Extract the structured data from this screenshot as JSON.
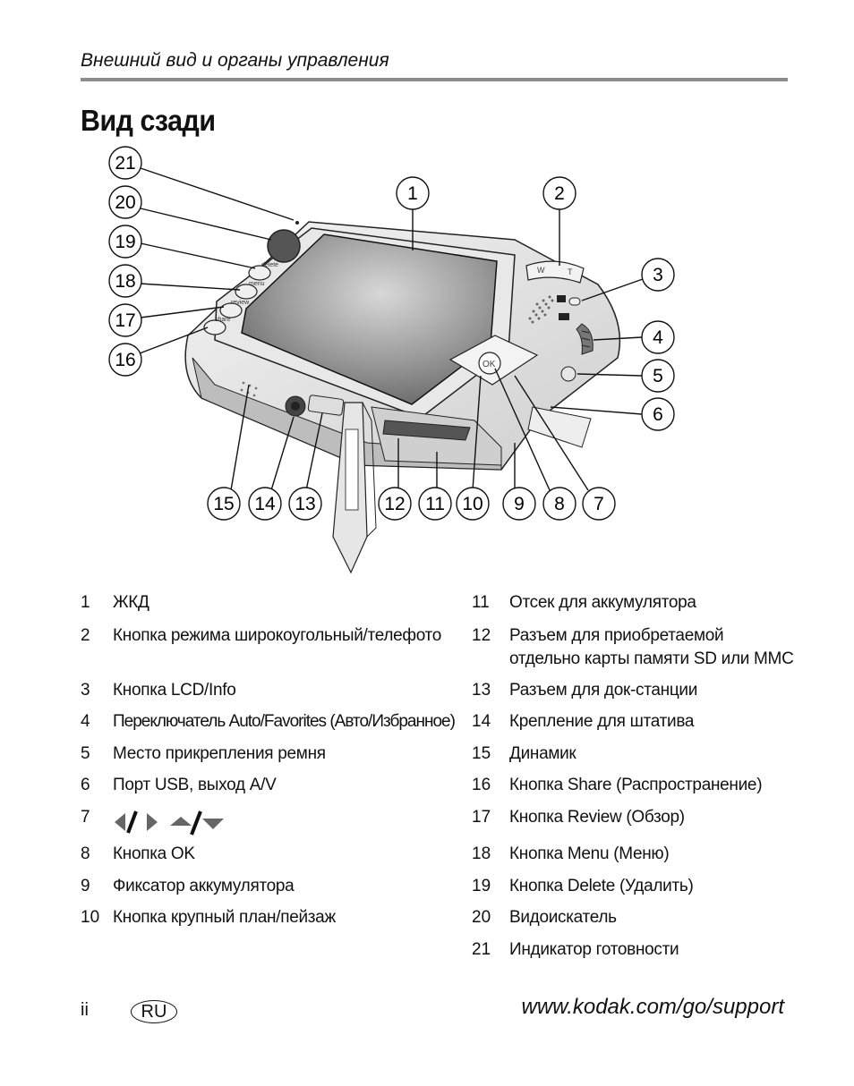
{
  "header": {
    "section_title": "Внешний вид и органы управления"
  },
  "page_title": "Вид сзади",
  "diagram": {
    "callouts": [
      "1",
      "2",
      "3",
      "4",
      "5",
      "6",
      "7",
      "8",
      "9",
      "10",
      "11",
      "12",
      "13",
      "14",
      "15",
      "16",
      "17",
      "18",
      "19",
      "20",
      "21"
    ],
    "button_labels": {
      "w": "W",
      "t": "T",
      "ok": "OK",
      "delete": "delete",
      "menu": "menu",
      "review": "review",
      "share": "share"
    }
  },
  "legend": {
    "left": [
      {
        "num": "1",
        "text": "ЖКД"
      },
      {
        "num": "2",
        "text": "Кнопка режима широкоугольный/телефото"
      },
      {
        "num": "3",
        "text": "Кнопка LCD/Info"
      },
      {
        "num": "4",
        "text": "Переключатель Auto/Favorites (Авто/Избранное)"
      },
      {
        "num": "5",
        "text": "Место прикрепления ремня"
      },
      {
        "num": "6",
        "text": "Порт USB, выход A/V"
      },
      {
        "num": "7",
        "text": ""
      },
      {
        "num": "8",
        "text": "Кнопка OK"
      },
      {
        "num": "9",
        "text": "Фиксатор аккумулятора"
      },
      {
        "num": "10",
        "text": "Кнопка крупный план/пейзаж"
      }
    ],
    "right": [
      {
        "num": "11",
        "text": "Отсек для аккумулятора"
      },
      {
        "num": "12",
        "line1": "Разъем для приобретаемой",
        "line2": "отдельно карты памяти SD или MMC"
      },
      {
        "num": "13",
        "text": "Разъем для док-станции"
      },
      {
        "num": "14",
        "text": "Крепление для штатива"
      },
      {
        "num": "15",
        "text": "Динамик"
      },
      {
        "num": "16",
        "text": "Кнопка Share (Распространение)"
      },
      {
        "num": "17",
        "text": "Кнопка Review (Обзор)"
      },
      {
        "num": "18",
        "text": "Кнопка Menu (Меню)"
      },
      {
        "num": "19",
        "text": "Кнопка Delete (Удалить)"
      },
      {
        "num": "20",
        "text": "Видоискатель"
      },
      {
        "num": "21",
        "text": "Индикатор готовности"
      }
    ]
  },
  "footer": {
    "page_number": "ii",
    "language_badge": "RU",
    "url": "www.kodak.com/go/support"
  }
}
